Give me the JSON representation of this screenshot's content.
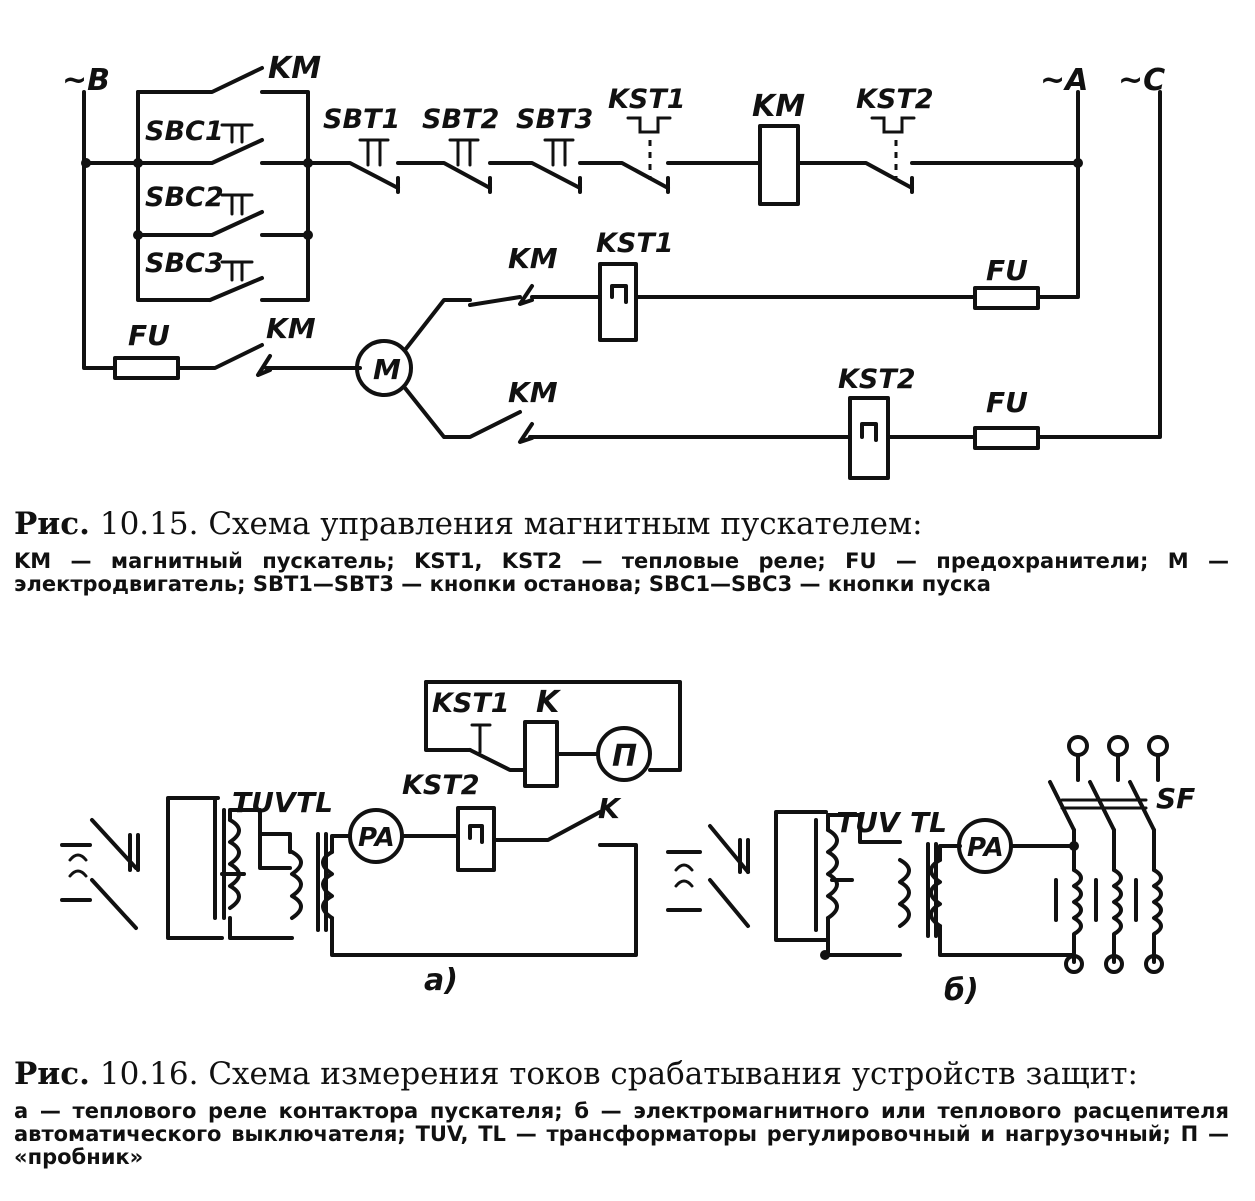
{
  "fig15": {
    "labels": {
      "phase_b": "~B",
      "phase_a": "~A",
      "phase_c": "~C",
      "km_top": "KM",
      "sbc1": "SBC1",
      "sbc2": "SBC2",
      "sbc3": "SBC3",
      "sbt1": "SBT1",
      "sbt2": "SBT2",
      "sbt3": "SBT3",
      "kst1_top": "KST1",
      "km_coil": "KM",
      "kst2_top": "KST2",
      "km_phase1": "KM",
      "kst1_mid": "KST1",
      "fu_mid": "FU",
      "fu_left": "FU",
      "km_left": "KM",
      "motor": "M",
      "km_phase3": "KM",
      "kst2_bot": "KST2",
      "fu_bot": "FU"
    },
    "caption_prefix": "Рис.",
    "caption_number": "10.15.",
    "caption_title": "Схема управления магнитным пускателем:",
    "legend": "KM — магнитный пускатель; KST1, KST2 — тепловые реле; FU — предохранители; M — электродвигатель; SBT1—SBT3 — кнопки останова; SBC1—SBC3 — кнопки пуска"
  },
  "fig16": {
    "labels": {
      "kst1": "KST1",
      "k_coil": "K",
      "probe": "П",
      "kst2": "KST2",
      "tuv_a": "TUV",
      "tl_a": "TL",
      "pa_a": "PA",
      "k_contact": "K",
      "sub_a": "а)",
      "tuv_b": "TUV",
      "tl_b": "TL",
      "pa_b": "PA",
      "sf": "SF",
      "sub_b": "б)"
    },
    "caption_prefix": "Рис.",
    "caption_number": "10.16.",
    "caption_title": "Схема измерения токов срабатывания устройств защит:",
    "legend": "а — теплового реле контактора пускателя; б — электромагнитного или теплового расцепителя автоматического выключателя; TUV, TL — трансформаторы регулировочный и нагрузочный; П — «пробник»"
  }
}
